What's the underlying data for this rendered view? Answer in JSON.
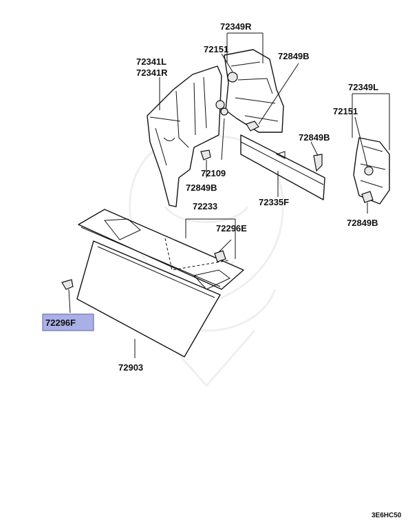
{
  "callouts": {
    "c72349R": "72349R",
    "c72151_top": "72151",
    "c72849B_top": "72849B",
    "c72341L": "72341L",
    "c72341R": "72341R",
    "c72349L": "72349L",
    "c72151_right": "72151",
    "c72849B_mid": "72849B",
    "c72109": "72109",
    "c72849B_left": "72849B",
    "c72335F": "72335F",
    "c72849B_right": "72849B",
    "c72233": "72233",
    "c72296E": "72296E",
    "c72296F": "72296F",
    "c72903": "72903"
  },
  "highlighted_callout": "72296F",
  "highlight_color": "#aab0e6",
  "diagram_code": "3E6HC50"
}
